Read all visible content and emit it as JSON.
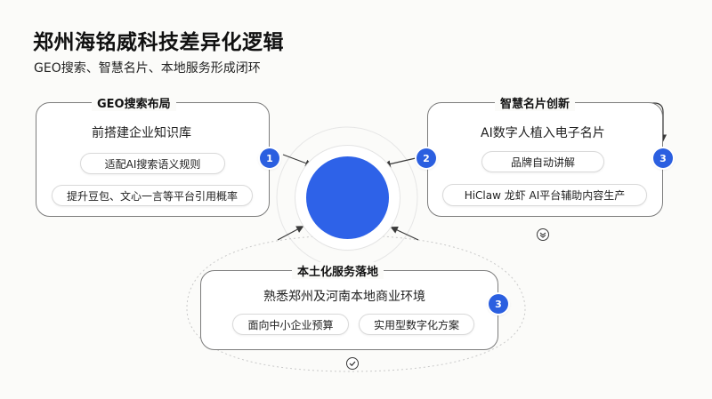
{
  "title": "郑州海铭威科技差异化逻辑",
  "subtitle": "GEO搜索、智慧名片、本地服务形成闭环",
  "colors": {
    "accent": "#2e62e8",
    "badge": "#2b5fe0",
    "border": "#7c7c7c"
  },
  "cards": [
    {
      "title": "GEO搜索布局",
      "main": "前搭建企业知识库",
      "pills": [
        "适配AI搜索语义规则",
        "提升豆包、文心一言等平台引用概率"
      ],
      "badges": [
        "1"
      ]
    },
    {
      "title": "智慧名片创新",
      "main": "AI数字人植入电子名片",
      "pills": [
        "品牌自动讲解",
        "HiClaw 龙虾 AI平台辅助内容生产"
      ],
      "badges": [
        "2",
        "3"
      ]
    },
    {
      "title": "本土化服务落地",
      "main": "熟悉郑州及河南本地商业环境",
      "pills": [
        "面向中小企业预算",
        "实用型数字化方案"
      ],
      "badges": [
        "3"
      ]
    }
  ]
}
